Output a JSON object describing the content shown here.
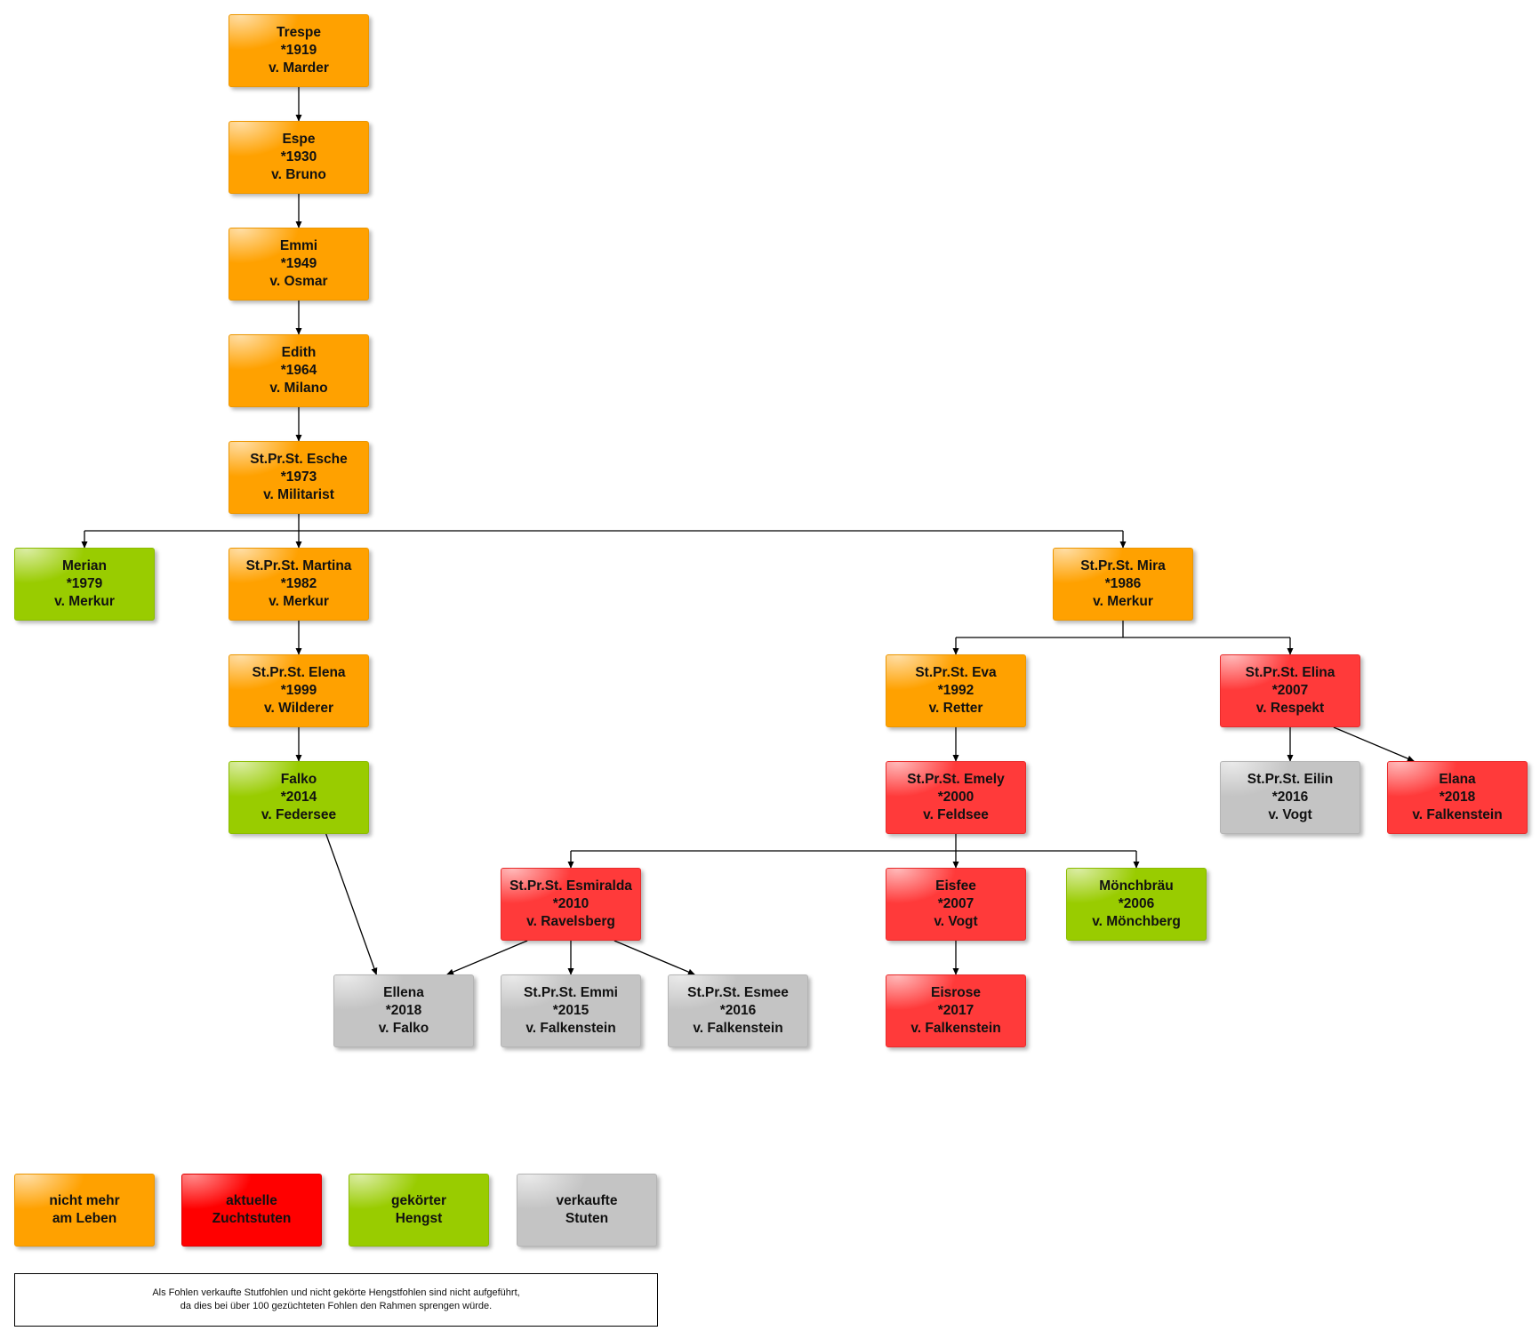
{
  "colors": {
    "orange": "#ffa100",
    "red": "#ff3a3a",
    "green": "#99cc00",
    "gray": "#c4c4c4",
    "line": "#000000"
  },
  "nodes": {
    "trespe": {
      "name": "Trespe",
      "born": "*1919",
      "sire": "v. Marder",
      "status": "orange"
    },
    "espe": {
      "name": "Espe",
      "born": "*1930",
      "sire": "v. Bruno",
      "status": "orange"
    },
    "emmi": {
      "name": "Emmi",
      "born": "*1949",
      "sire": "v. Osmar",
      "status": "orange"
    },
    "edith": {
      "name": "Edith",
      "born": "*1964",
      "sire": "v. Milano",
      "status": "orange"
    },
    "esche": {
      "name": "St.Pr.St. Esche",
      "born": "*1973",
      "sire": "v. Militarist",
      "status": "orange"
    },
    "merian": {
      "name": "Merian",
      "born": "*1979",
      "sire": "v. Merkur",
      "status": "green"
    },
    "martina": {
      "name": "St.Pr.St. Martina",
      "born": "*1982",
      "sire": "v. Merkur",
      "status": "orange"
    },
    "mira": {
      "name": "St.Pr.St. Mira",
      "born": "*1986",
      "sire": "v. Merkur",
      "status": "orange"
    },
    "elena": {
      "name": "St.Pr.St. Elena",
      "born": "*1999",
      "sire": "v. Wilderer",
      "status": "orange"
    },
    "eva": {
      "name": "St.Pr.St. Eva",
      "born": "*1992",
      "sire": "v. Retter",
      "status": "orange"
    },
    "elina": {
      "name": "St.Pr.St. Elina",
      "born": "*2007",
      "sire": "v. Respekt",
      "status": "red"
    },
    "falko": {
      "name": "Falko",
      "born": "*2014",
      "sire": "v. Federsee",
      "status": "green"
    },
    "emely": {
      "name": "St.Pr.St. Emely",
      "born": "*2000",
      "sire": "v. Feldsee",
      "status": "red"
    },
    "eilin": {
      "name": "St.Pr.St. Eilin",
      "born": "*2016",
      "sire": "v. Vogt",
      "status": "gray"
    },
    "elana": {
      "name": "Elana",
      "born": "*2018",
      "sire": "v. Falkenstein",
      "status": "red"
    },
    "esmiralda": {
      "name": "St.Pr.St. Esmiralda",
      "born": "*2010",
      "sire": "v. Ravelsberg",
      "status": "red"
    },
    "eisfee": {
      "name": "Eisfee",
      "born": "*2007",
      "sire": "v. Vogt",
      "status": "red"
    },
    "moenchbraeu": {
      "name": "Mönchbräu",
      "born": "*2006",
      "sire": "v. Mönchberg",
      "status": "green"
    },
    "ellena": {
      "name": "Ellena",
      "born": "*2018",
      "sire": "v. Falko",
      "status": "gray"
    },
    "emmi2": {
      "name": "St.Pr.St. Emmi",
      "born": "*2015",
      "sire": "v. Falkenstein",
      "status": "gray"
    },
    "esmee": {
      "name": "St.Pr.St. Esmee",
      "born": "*2016",
      "sire": "v. Falkenstein",
      "status": "gray"
    },
    "eisrose": {
      "name": "Eisrose",
      "born": "*2017",
      "sire": "v. Falkenstein",
      "status": "red"
    }
  },
  "links": [
    {
      "from": "trespe",
      "to": "espe",
      "style": "straight"
    },
    {
      "from": "espe",
      "to": "emmi",
      "style": "straight"
    },
    {
      "from": "emmi",
      "to": "edith",
      "style": "straight"
    },
    {
      "from": "edith",
      "to": "esche",
      "style": "straight"
    },
    {
      "from": "esche",
      "to": "merian",
      "style": "bus"
    },
    {
      "from": "esche",
      "to": "martina",
      "style": "bus"
    },
    {
      "from": "esche",
      "to": "mira",
      "style": "bus"
    },
    {
      "from": "martina",
      "to": "elena",
      "style": "straight"
    },
    {
      "from": "elena",
      "to": "falko",
      "style": "straight"
    },
    {
      "from": "falko",
      "to": "ellena",
      "style": "diagonal"
    },
    {
      "from": "mira",
      "to": "eva",
      "style": "bus"
    },
    {
      "from": "mira",
      "to": "elina",
      "style": "bus"
    },
    {
      "from": "eva",
      "to": "emely",
      "style": "straight"
    },
    {
      "from": "elina",
      "to": "eilin",
      "style": "straight"
    },
    {
      "from": "elina",
      "to": "elana",
      "style": "diagonal"
    },
    {
      "from": "emely",
      "to": "esmiralda",
      "style": "bus"
    },
    {
      "from": "emely",
      "to": "eisfee",
      "style": "bus"
    },
    {
      "from": "emely",
      "to": "moenchbraeu",
      "style": "bus"
    },
    {
      "from": "esmiralda",
      "to": "ellena",
      "style": "diagonal"
    },
    {
      "from": "esmiralda",
      "to": "emmi2",
      "style": "straight"
    },
    {
      "from": "esmiralda",
      "to": "esmee",
      "style": "diagonal"
    },
    {
      "from": "eisfee",
      "to": "eisrose",
      "style": "straight"
    }
  ],
  "legend": {
    "orange": {
      "line1": "nicht mehr",
      "line2": "am Leben"
    },
    "red": {
      "line1": "aktuelle",
      "line2": "Zuchtstuten"
    },
    "green": {
      "line1": "gekörter",
      "line2": "Hengst"
    },
    "gray": {
      "line1": "verkaufte",
      "line2": "Stuten"
    }
  },
  "note": {
    "line1": "Als Fohlen verkaufte Stutfohlen und nicht gekörte Hengstfohlen sind nicht aufgeführt,",
    "line2": "da dies bei über 100 gezüchteten Fohlen den Rahmen sprengen würde."
  }
}
